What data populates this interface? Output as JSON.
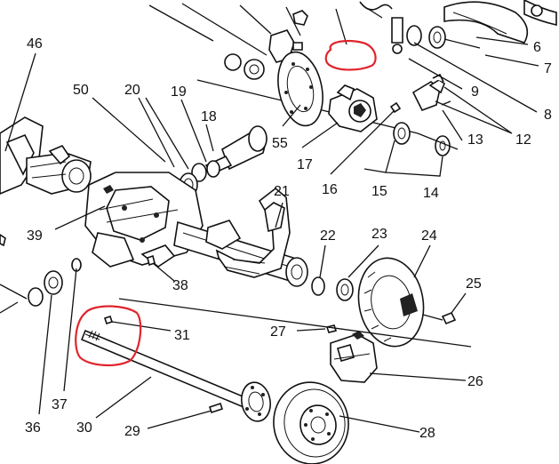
{
  "diagram": {
    "callouts": {
      "c46": "46",
      "c50": "50",
      "c20": "20",
      "c19": "19",
      "c18": "18",
      "c55": "55",
      "c17": "17",
      "c16": "16",
      "c15": "15",
      "c14": "14",
      "c13": "13",
      "c12": "12",
      "c9": "9",
      "c8": "8",
      "c7": "7",
      "c6": "6",
      "c21": "21",
      "c22": "22",
      "c23": "23",
      "c24": "24",
      "c25": "25",
      "c39": "39",
      "c38": "38",
      "c31": "31",
      "c27": "27",
      "c26": "26",
      "c37": "37",
      "c36": "36",
      "c30": "30",
      "c29": "29",
      "c28": "28"
    },
    "highlight_color": "#e0242b"
  }
}
